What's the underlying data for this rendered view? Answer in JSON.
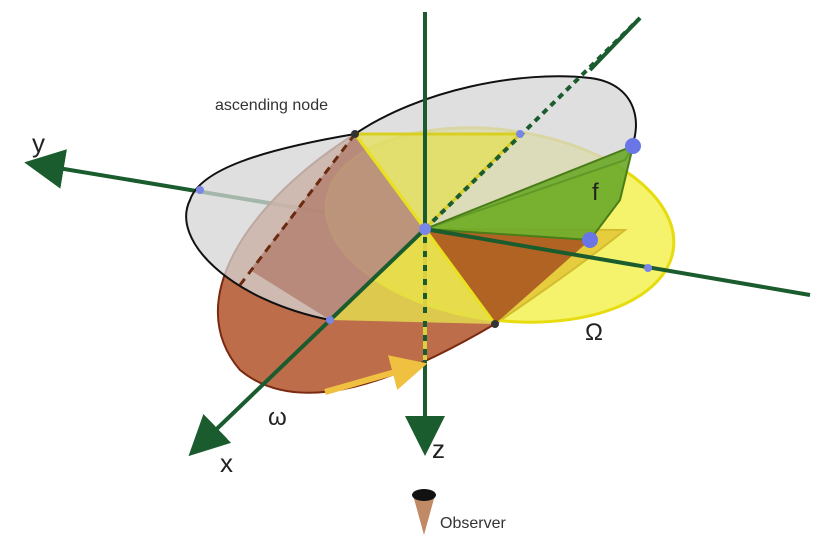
{
  "labels": {
    "axis_x": "x",
    "axis_y": "y",
    "axis_z": "z",
    "ascending_node": "ascending node",
    "omega_small": "ω",
    "omega_big": "Ω",
    "true_anomaly": "f",
    "observer": "Observer"
  },
  "colors": {
    "axis": "#1a5c2e",
    "reference_plane": "#f2ee3a",
    "orbit_plane_fill": "#d4d4d4",
    "orbit_lower_fill": "#b3532a",
    "true_anomaly_wedge": "#6aa82a",
    "node_point": "#7a86e6",
    "arrow": "#f0c040"
  }
}
